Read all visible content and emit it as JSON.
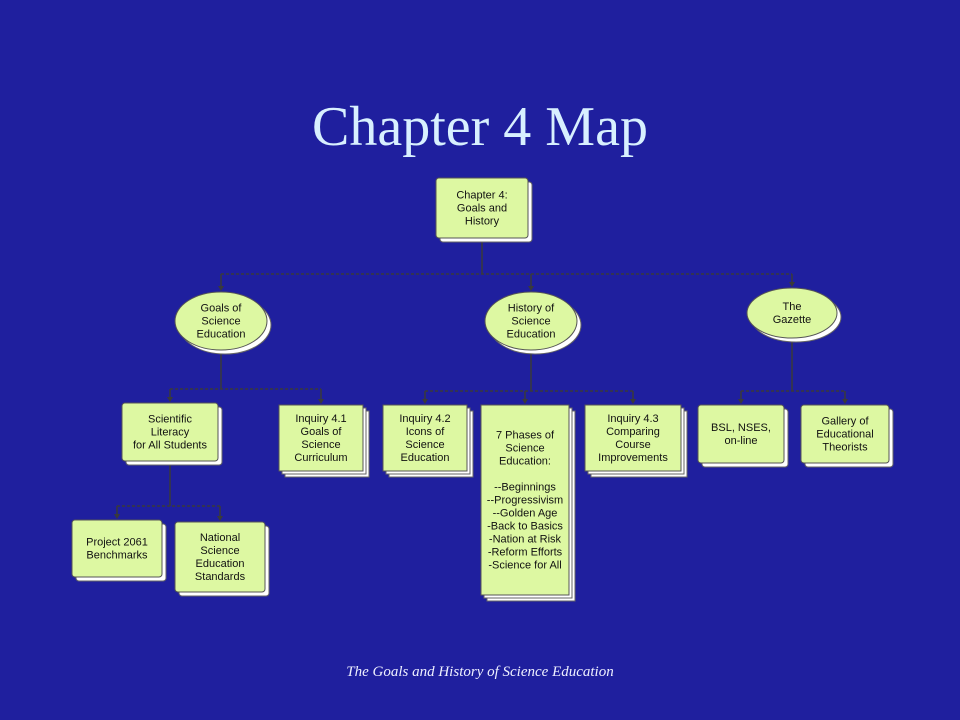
{
  "slide": {
    "title": "Chapter 4 Map",
    "footer": "The Goals and History of Science Education"
  },
  "diagram": {
    "colors": {
      "background": "#1f1f9e",
      "node_fill": "#ddf8a2",
      "connector": "#3a3a3a",
      "shadow": "#ffffff"
    },
    "nodes": [
      {
        "id": "root",
        "shape": "rect",
        "lines": [
          "Chapter 4:",
          "Goals and",
          "History"
        ]
      },
      {
        "id": "goals",
        "shape": "ellipse",
        "lines": [
          "Goals of",
          "Science",
          "Education"
        ]
      },
      {
        "id": "history",
        "shape": "ellipse",
        "lines": [
          "History of",
          "Science",
          "Education"
        ]
      },
      {
        "id": "gazette",
        "shape": "ellipse",
        "lines": [
          "The",
          "Gazette"
        ]
      },
      {
        "id": "literacy",
        "shape": "rect",
        "lines": [
          "Scientific",
          "Literacy",
          "for All Students"
        ]
      },
      {
        "id": "inq41",
        "shape": "rect",
        "stacked": true,
        "lines": [
          "Inquiry 4.1",
          "Goals of",
          "Science",
          "Curriculum"
        ]
      },
      {
        "id": "inq42",
        "shape": "rect",
        "stacked": true,
        "lines": [
          "Inquiry 4.2",
          "Icons of",
          "Science",
          "Education"
        ]
      },
      {
        "id": "phases",
        "shape": "rect",
        "stacked": true,
        "lines": [
          "7 Phases of",
          "Science",
          "Education:",
          "",
          "--Beginnings",
          "--Progressivism",
          "--Golden Age",
          "-Back to Basics",
          "-Nation at Risk",
          "-Reform Efforts",
          "-Science for All"
        ]
      },
      {
        "id": "inq43",
        "shape": "rect",
        "stacked": true,
        "lines": [
          "Inquiry 4.3",
          "Comparing",
          "Course",
          "Improvements"
        ]
      },
      {
        "id": "bsl",
        "shape": "rect",
        "lines": [
          "BSL, NSES,",
          "on-line"
        ]
      },
      {
        "id": "gallery",
        "shape": "rect",
        "lines": [
          "Gallery of",
          "Educational",
          "Theorists"
        ]
      },
      {
        "id": "p2061",
        "shape": "rect",
        "lines": [
          "Project 2061",
          "Benchmarks"
        ]
      },
      {
        "id": "nses",
        "shape": "rect",
        "lines": [
          "National",
          "Science",
          "Education",
          "Standards"
        ]
      }
    ],
    "edges": [
      [
        "root",
        "goals"
      ],
      [
        "root",
        "history"
      ],
      [
        "root",
        "gazette"
      ],
      [
        "goals",
        "literacy"
      ],
      [
        "goals",
        "inq41"
      ],
      [
        "history",
        "inq42"
      ],
      [
        "history",
        "phases"
      ],
      [
        "history",
        "inq43"
      ],
      [
        "gazette",
        "bsl"
      ],
      [
        "gazette",
        "gallery"
      ],
      [
        "literacy",
        "p2061"
      ],
      [
        "literacy",
        "nses"
      ]
    ]
  }
}
